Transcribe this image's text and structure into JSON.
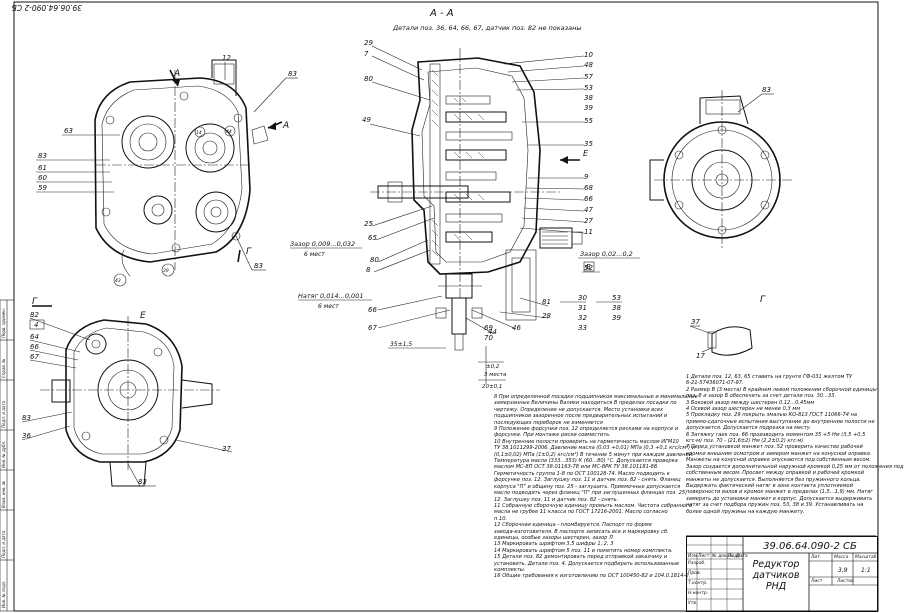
{
  "header": {
    "corner_stamp": "39.06.64.090-2 СБ",
    "section_title": "А - А",
    "section_note": "Детали поз. 36, 64, 66, 67, датчик поз. 82 не показаны"
  },
  "views": {
    "e_label": "Е",
    "g_label": "Г",
    "a_label": "А",
    "b_label": "Б",
    "g_detail_label": "Г"
  },
  "callouts_top_left": [
    "12",
    "83",
    "63",
    "83",
    "61",
    "60",
    "59",
    "83",
    "14",
    "44",
    "43",
    "39"
  ],
  "callouts_section_left": [
    "29",
    "7",
    "80",
    "49",
    "25",
    "65",
    "8",
    "80",
    "66",
    "67"
  ],
  "callouts_section_right": [
    "10",
    "48",
    "57",
    "53",
    "38",
    "39",
    "55",
    "35",
    "9",
    "68",
    "66",
    "47",
    "27",
    "11",
    "52",
    "81",
    "28",
    "30",
    "31",
    "32",
    "33",
    "53",
    "38",
    "39",
    "46",
    "44",
    "69",
    "70"
  ],
  "callouts_e_view": [
    "82",
    "4",
    "64",
    "66",
    "67",
    "83",
    "36",
    "37",
    "83"
  ],
  "callouts_right": [
    "83",
    "37",
    "17"
  ],
  "dimensions": {
    "gap1": "Зазор 0,009...0,032",
    "gap1_note": "6 мест",
    "gap2": "Зазор 0,02...0,2",
    "interference": "Натяг 0,014...0,001",
    "interference_note": "6 мест",
    "dim_35": "35±1,5",
    "dim_side": "±0,2",
    "dim_note": "3 места",
    "dim_20": "20±0,1"
  },
  "notes_left": [
    "8 При определенной посадке подшипников максимальные и минимальные",
    "замерзанные Величины Валики находиться В пределах посадки по",
    "чертежу. Определение не допускается. Место установки всех",
    "подшипников зазоренное после предварительных испытаний и",
    "последующих переборок не изменяется",
    "9 Положение форсунки поз. 12 определяется рисками на корпусе и",
    "форсунке. При монтаже риски совместить.",
    "10 Внутренние полости проверить на герметичность маслом ИГМ10",
    "ТУ 38.1011299-2006. Давление масла (0,03 +0,01) МПа (0,3 +0,1 кгс/см²) и",
    "(0,1±0,02) МПа (1±0,2) кгс/см²) В течение 5 минут при каждом давлении.",
    "Температура масла (333...353) К (60...80) °С. Допускается проверка",
    "маслом МС-8П ОСТ 38.01163-78 или МС-8РК ТУ 38.101181-88.",
    "Герметичность группа 1-8 по ОСТ 100128-74. Масло подводить к",
    "форсунке поз. 12. Заглушку поз. 11 и датчик поз. 82 - снять. Фланец",
    "корпуса \"П\" и общину поз. 25 - заглушить. Приемочные допускается",
    "масло подводить через фланец \"П\" при заглушенных фланцах поз. 25,",
    "12. Заглушку поз. 11 и датчик поз. 82 - снять.",
    "11 Собранную сборочную единицу промыть маслом. Чистота собранного",
    "масла не грубее 11 класса по ГОСТ 17216-2001. Масло согласно",
    "п.10.",
    "12 Сборочная единица - пломбируется. Паспорт по форме",
    "завода-изготовителя. В паспорте записать все и маркировку сб.",
    "единицы, особые зазоры шестерен, зазор Л",
    "13 Маркировать шрифтом 3,5 шифры 1, 2, 3",
    "14 Маркировать шрифтом 5 поз. 11 и пометить номер комплекта.",
    "15 Детали поз. 82 демонтировать перед отправкой заказчику и",
    "установить. Детали поз. 4. Допускается подбирать использованные",
    "комплекты.",
    "16 Общие требования к изготовлению по ОСТ 100450-82 и 104.0.1814-0."
  ],
  "notes_right": [
    "1 Детали поз. 12, 63, 65 ставить на грунте ГФ-031 желтом ТУ",
    "6-21-57436071-07-97.",
    "2 Размер В (3 места) В крайнем левом положении сборочной единицы",
    "поз. 8 и зазор Б обеспечить за счет детали поз. 30...33.",
    "3 Боковой зазор между шестерен 0,12...0,45мм",
    "4 Осевой зазор шестерен не менее 0,3 мм",
    "5 Прокладку поз. 29 покрыть эмалью КО-813 ГОСТ 11066-74 на",
    "приемо-сдаточные испытания выступание до внутренние полости не",
    "допускается. Допускается подрезка на месту.",
    "6 Затяжку гаек поз. 66 производить моментом 35 +5 Нм (3,5 +0,5",
    "кгс·м) поз. 70 - (21,6±2) Нм (2,2±0,2) кгс·м)",
    "7 Перед установкой манжет поз. 52 проверить качество рабочей",
    "кромки внешним осмотром и замером манжет на конусной оправке.",
    "Манжеты на конусной оправке опускаются под собственным весом.",
    "Зазор создается дополнительной наружной кромкой 0,25 мм от положения под",
    "собственным весом. Просвет между оправкой и рабочей кромкой",
    "манжеты не допускается. Выполняется без пружинного кольца.",
    "Выдержать фактический натяг в зоне контакта уплотняемой",
    "поверхности валов и кромок манжет в пределах (1,5...1,9) мм. Натяг",
    "замерять до установки манжет в корпус. Допускается выдерживать",
    "натяг за счет подбора пружин поз. 53, 38 и 39. Устанавливать на",
    "более одной пружины на каждую манжету."
  ],
  "title_block": {
    "designation": "39.06.64.090-2 СБ",
    "name_line1": "Редуктор",
    "name_line2": "датчиков РНД",
    "col_lit": "Лит.",
    "col_mass": "Масса",
    "col_scale": "Масштаб",
    "mass_value": "3,9",
    "scale_value": "1:1",
    "sheet": "Лист",
    "sheets": "Листов",
    "row_labels": [
      "Изм.",
      "Лист",
      "№ докум.",
      "Подп.",
      "Дата"
    ],
    "role_labels": [
      "Разраб.",
      "Пров.",
      "Т.контр.",
      "Н.контр.",
      "Утв."
    ]
  },
  "side_strip": [
    "Перв. примен.",
    "Справ. №",
    "Подп. и дата",
    "Инв. № дубл.",
    "Взам. инв. №",
    "Подп. и дата",
    "Инв. № подл."
  ]
}
